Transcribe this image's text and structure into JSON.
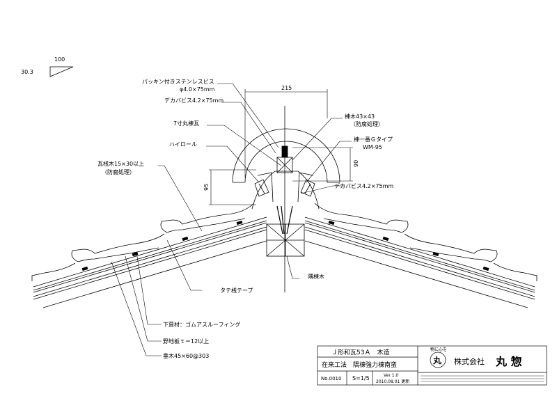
{
  "slope": {
    "run": "100",
    "rise": "30.3"
  },
  "dimensions": {
    "width_215": "215",
    "height_90": "90",
    "height_95": "95"
  },
  "labels": {
    "packing_screw": "パッキン付きステンレスビス",
    "packing_screw_size": "φ4.0×75mm",
    "deca_screw_top": "デカバビス4.2×75mm",
    "marugawara": "7寸丸棟瓦",
    "hai_roll": "ハイロール",
    "batten": "瓦桟木15×30以上",
    "batten_note": "（防腐処理）",
    "ridge_board": "棟木43×43",
    "ridge_board_note": "（防腐処理）",
    "munebangou": "棟一番Ｇタイプ",
    "wm": "WM-95",
    "deca_screw_right": "デカバビス4.2×75mm",
    "tate_tape": "タテ桟テープ",
    "sumimune": "隅棟木",
    "underlay": "下葺材：ゴムアスルーフィング",
    "sheathing": "野地板ｔ＝12以上",
    "rafter": "垂木45×60@303"
  },
  "title_block": {
    "title": "Ｊ形和瓦53Ａ　木造",
    "subtitle": "在来工法　隅棟強力棟南蛮",
    "number": "No.0010",
    "scale": "S=1/5",
    "version": "Ver 1.0",
    "date": "2010.08.01 更新",
    "motto": "物に心を",
    "company": "株式会社",
    "company_name": "丸 惣"
  }
}
